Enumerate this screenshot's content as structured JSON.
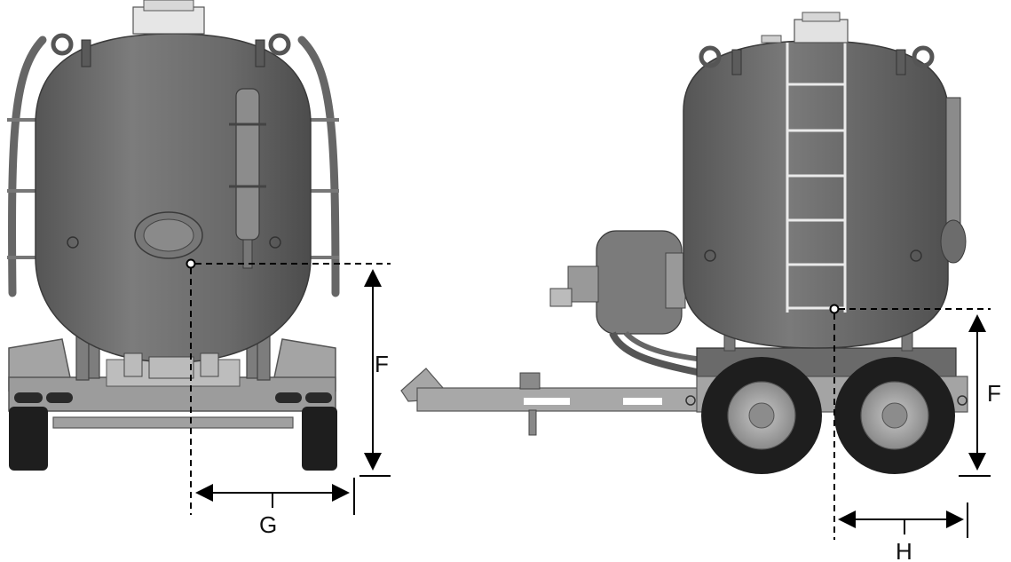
{
  "figure": {
    "front_view": {
      "height_label": "F",
      "offset_label": "G"
    },
    "side_view": {
      "height_label": "F",
      "offset_label": "H"
    }
  },
  "colors": {
    "tank_body": "#6f6f6f",
    "tank_shadow": "#4a4a4a",
    "frame": "#9a9a9a",
    "tire": "#1e1e1e",
    "wheel_hub": "#a8a8a8",
    "dimension_line": "#000000",
    "background": "#ffffff"
  }
}
